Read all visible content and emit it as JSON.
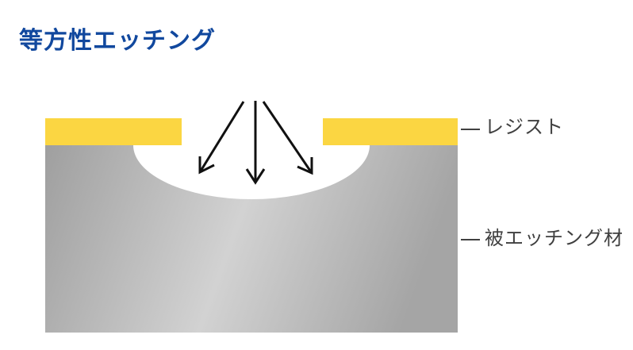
{
  "title": {
    "text": "等方性エッチング"
  },
  "diagram": {
    "resist_label": "レジスト",
    "material_label": "被エッチング材",
    "arrows": "three-downward-etch-arrows",
    "colors": {
      "background": "#ffffff",
      "title": "#11489E",
      "resist": "#FBD642",
      "material_gradient_start": "#9f9f9f",
      "material_gradient_mid": "#d2d2d2",
      "material_gradient_end": "#a5a5a5",
      "cavity": "#ffffff",
      "arrow": "#111111",
      "label_text": "#404040"
    }
  }
}
